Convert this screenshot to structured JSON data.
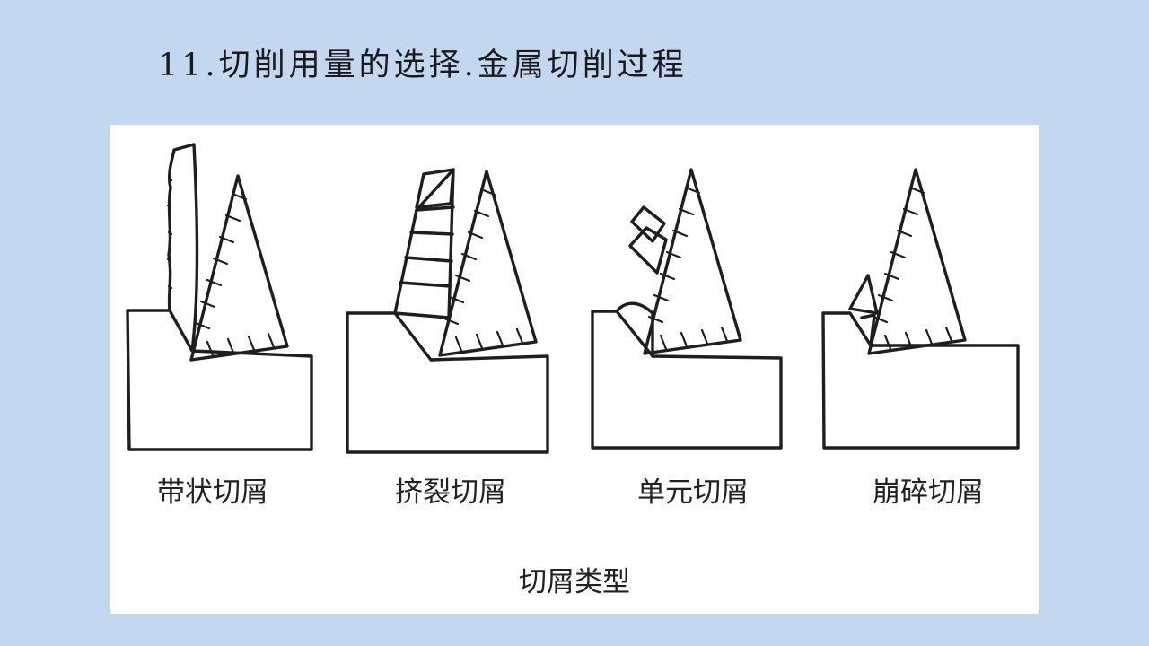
{
  "slide": {
    "title": "11.切削用量的选择.金属切削过程"
  },
  "figure": {
    "caption": "切屑类型",
    "chip_types": [
      {
        "label": "带状切屑"
      },
      {
        "label": "挤裂切屑"
      },
      {
        "label": "单元切屑"
      },
      {
        "label": "崩碎切屑"
      }
    ]
  },
  "colors": {
    "background": "#c4d7f1",
    "panel": "#ffffff",
    "ink": "#1e1e1e"
  }
}
